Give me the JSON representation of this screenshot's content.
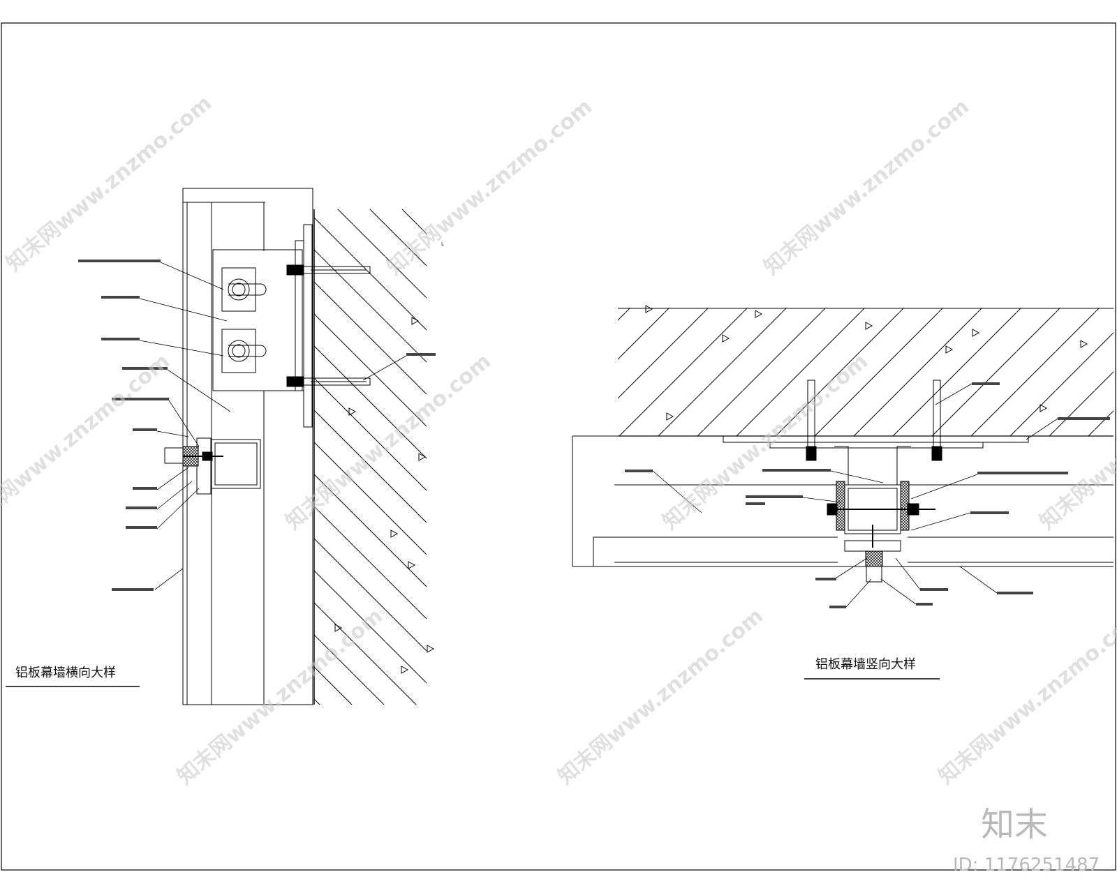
{
  "drawing": {
    "left_title": "铝板幕墙横向大样",
    "right_title": "铝板幕墙竖向大样"
  },
  "watermarks": {
    "site_text": "知末网www.znzmo.com"
  },
  "branding": {
    "logo_text": "知末",
    "id_text": "ID: 1176251487"
  },
  "icons": {
    "anchor": "anchor-bolt-icon",
    "hatch": "concrete-hatch-icon"
  }
}
